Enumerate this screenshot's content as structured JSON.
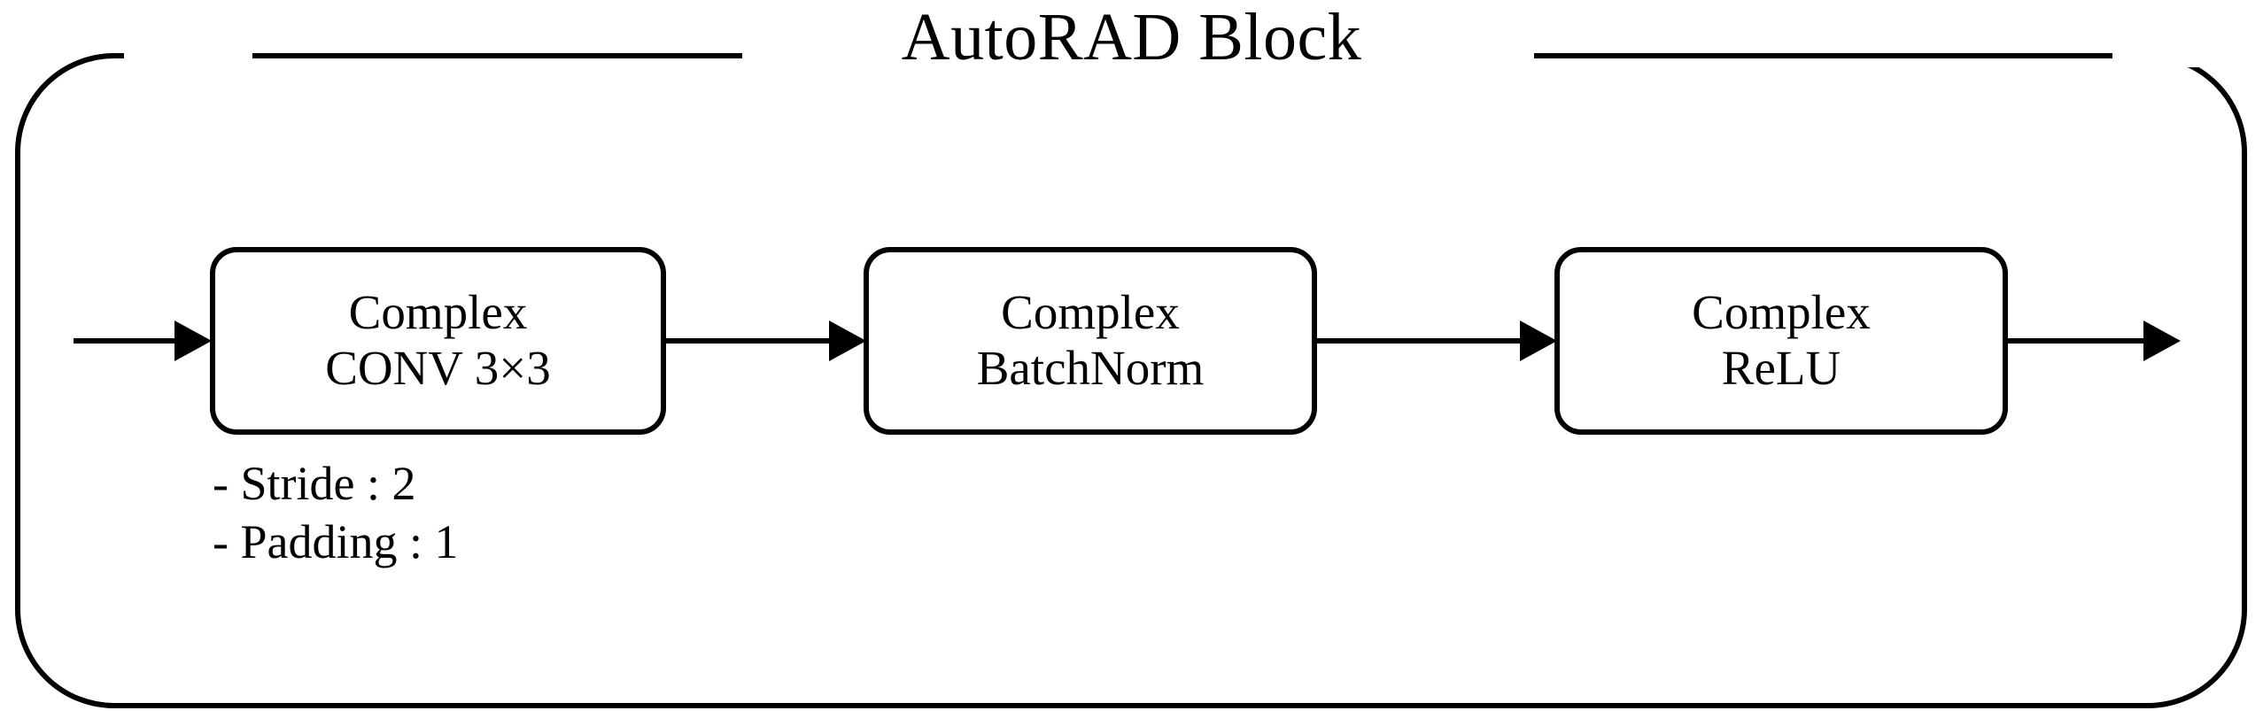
{
  "diagram": {
    "title": "AutoRAD Block",
    "colors": {
      "stroke": "#000000",
      "background": "#ffffff",
      "text": "#000000"
    },
    "blocks": [
      {
        "id": "complex-conv",
        "line1": "Complex",
        "line2": "CONV 3×3"
      },
      {
        "id": "complex-batchnorm",
        "line1": "Complex",
        "line2": "BatchNorm"
      },
      {
        "id": "complex-relu",
        "line1": "Complex",
        "line2": "ReLU"
      }
    ],
    "annotations": [
      "- Stride : 2",
      "- Padding : 1"
    ],
    "arrows": [
      {
        "id": "arrow-in",
        "from": "input",
        "to": "complex-conv"
      },
      {
        "id": "arrow-conv-bn",
        "from": "complex-conv",
        "to": "complex-batchnorm"
      },
      {
        "id": "arrow-bn-relu",
        "from": "complex-batchnorm",
        "to": "complex-relu"
      },
      {
        "id": "arrow-out",
        "from": "complex-relu",
        "to": "output"
      }
    ]
  }
}
